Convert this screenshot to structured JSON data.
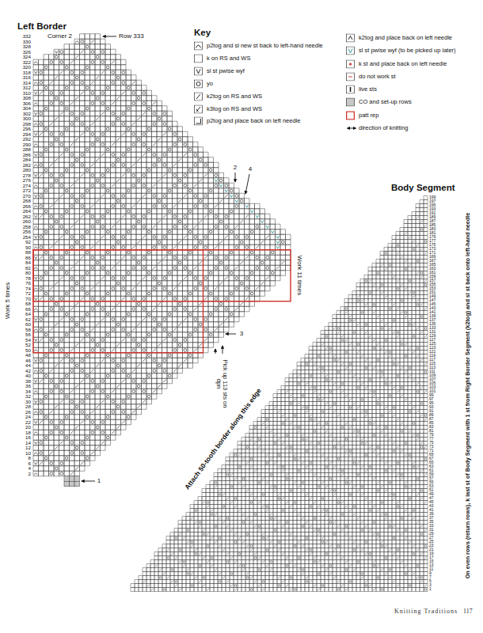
{
  "diagram": {
    "labels": [
      "Left Border",
      "Key",
      "Corner 2",
      "Row 333",
      "332",
      "330",
      "328",
      "326",
      "324",
      "322",
      "320",
      "318",
      "316",
      "314",
      "312",
      "310",
      "308",
      "306",
      "304",
      "302",
      "300",
      "298",
      "296",
      "294",
      "292",
      "290",
      "288",
      "286",
      "284",
      "282",
      "280",
      "278",
      "276",
      "274",
      "272",
      "270",
      "268",
      "266",
      "264",
      "262",
      "260",
      "258",
      "256",
      "254",
      "92",
      "90",
      "88",
      "86",
      "84",
      "82",
      "80",
      "78",
      "76",
      "74",
      "72",
      "70",
      "68",
      "66",
      "64",
      "62",
      "60",
      "58",
      "56",
      "54",
      "52",
      "50",
      "48",
      "46",
      "44",
      "42",
      "40",
      "38",
      "36",
      "34",
      "32",
      "30",
      "28",
      "26",
      "24",
      "22",
      "20",
      "18",
      "16",
      "14",
      "12",
      "10",
      "8",
      "6",
      "4",
      "2",
      "Work 5 times",
      "Work 11 times",
      "2",
      "4",
      "3",
      "Pick up 113 sts on dpn",
      "1",
      "Body Segment",
      "199",
      "197",
      "195",
      "193",
      "191",
      "189",
      "187",
      "185",
      "183",
      "181",
      "179",
      "177",
      "175",
      "173",
      "171",
      "169",
      "167",
      "165",
      "163",
      "161",
      "159",
      "157",
      "155",
      "153",
      "151",
      "149",
      "147",
      "145",
      "143",
      "141",
      "139",
      "137",
      "135",
      "133",
      "131",
      "129",
      "127",
      "125",
      "123",
      "121",
      "119",
      "117",
      "115",
      "113",
      "111",
      "109",
      "107",
      "105",
      "103",
      "101",
      "99",
      "97",
      "95",
      "93",
      "91",
      "89",
      "87",
      "85",
      "83",
      "81",
      "79",
      "77",
      "75",
      "73",
      "71",
      "69",
      "67",
      "65",
      "63",
      "61",
      "59",
      "57",
      "55",
      "53",
      "51",
      "49",
      "47",
      "45",
      "43",
      "41",
      "39",
      "37",
      "35",
      "33",
      "31",
      "29",
      "27",
      "25",
      "23",
      "21",
      "19",
      "17",
      "15",
      "13",
      "11",
      "9",
      "7",
      "5",
      "3",
      "1",
      "Attach 50-tooth border along this edge",
      "On even rows (return rows), k last st of Body Segment with 1 st from Right Border Segment (k2tog) and sl st back onto left-hand needle",
      "Knitting Traditions",
      "117"
    ],
    "legend": [
      {
        "text": "p2tog and sl new st back to left-hand needle"
      },
      {
        "text": "k on RS and WS",
        "color": "#ffffff"
      },
      {
        "text": "sl st pwise wyf"
      },
      {
        "text": "yo"
      },
      {
        "text": "k2tog on RS and WS"
      },
      {
        "text": "k3tog on RS and WS"
      },
      {
        "text": "p2tog and place back on left needle"
      },
      {
        "text": "k2tog and place back on left needle"
      },
      {
        "text": "sl st pwise wyf (to be picked up later)"
      },
      {
        "text": "k st and place back on left needle"
      },
      {
        "text": "do not work st"
      },
      {
        "text": "live sts"
      },
      {
        "text": "CO and set-up rows",
        "color": "#c8c8c8"
      },
      {
        "text": "patt rep"
      },
      {
        "text": "direction of knitting"
      }
    ]
  }
}
